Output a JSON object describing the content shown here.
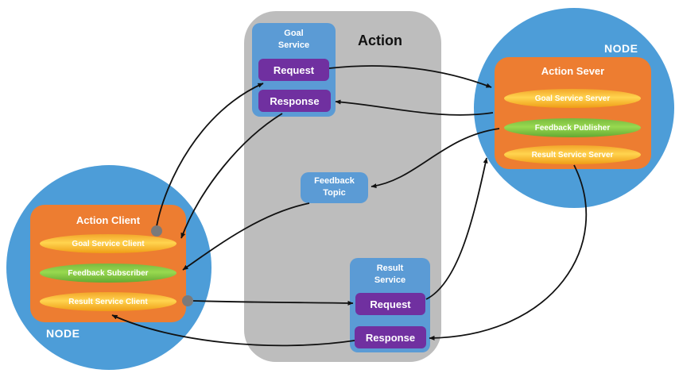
{
  "action_area": {
    "label": "Action"
  },
  "goal_service": {
    "title": "Goal\nService",
    "request_label": "Request",
    "response_label": "Response"
  },
  "feedback_topic": {
    "title": "Feedback\nTopic"
  },
  "result_service": {
    "title": "Result\nService",
    "request_label": "Request",
    "response_label": "Response"
  },
  "server_node": {
    "label": "NODE",
    "box_title": "Action Sever",
    "items": [
      {
        "label": "Goal Service Server",
        "color": "yellow"
      },
      {
        "label": "Feedback Publisher",
        "color": "green"
      },
      {
        "label": "Result Service Server",
        "color": "yellow"
      }
    ]
  },
  "client_node": {
    "label": "NODE",
    "box_title": "Action Client",
    "items": [
      {
        "label": "Goal Service Client",
        "color": "yellow"
      },
      {
        "label": "Feedback Subscriber",
        "color": "green"
      },
      {
        "label": "Result Service Client",
        "color": "yellow"
      }
    ]
  },
  "colors": {
    "node_blue": "#4d9dd8",
    "service_blue": "#5b9bd5",
    "area_gray": "#bdbdbd",
    "box_orange": "#ed7d31",
    "button_purple": "#7030a0",
    "pill_yellow": "#ffc028",
    "pill_green": "#84c441",
    "arrow_black": "#111111",
    "dot_gray": "#7a7a7a"
  }
}
